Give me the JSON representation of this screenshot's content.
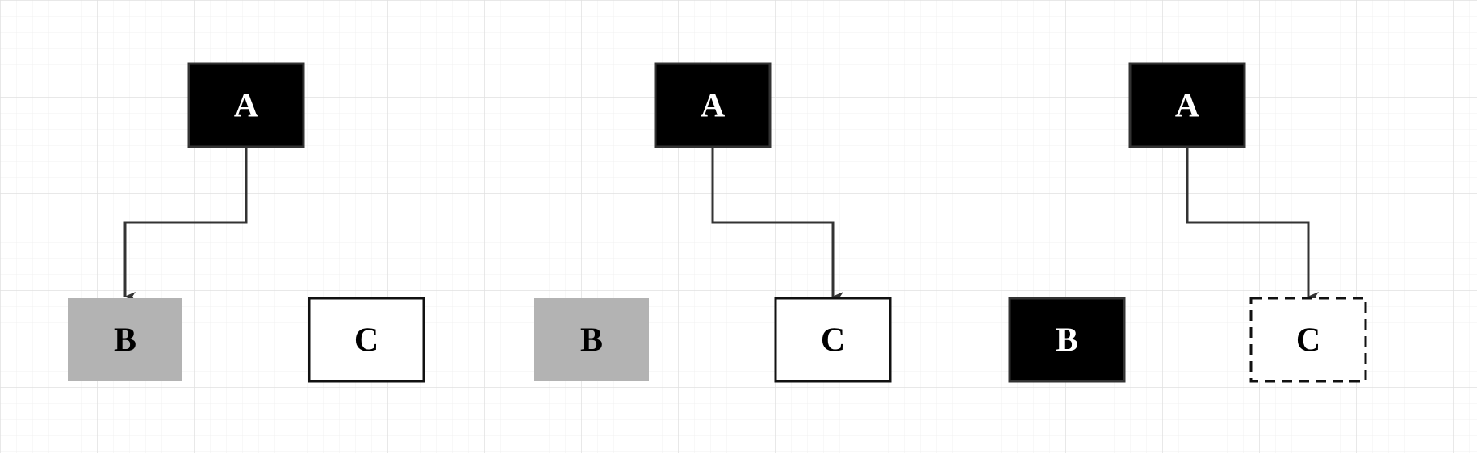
{
  "diagrams": [
    {
      "nodes": [
        {
          "id": "A",
          "label": "A",
          "style": "black"
        },
        {
          "id": "B",
          "label": "B",
          "style": "gray"
        },
        {
          "id": "C",
          "label": "C",
          "style": "white"
        }
      ],
      "edge": {
        "from": "A",
        "to": "B"
      }
    },
    {
      "nodes": [
        {
          "id": "A",
          "label": "A",
          "style": "black"
        },
        {
          "id": "B",
          "label": "B",
          "style": "gray"
        },
        {
          "id": "C",
          "label": "C",
          "style": "white"
        }
      ],
      "edge": {
        "from": "A",
        "to": "C"
      }
    },
    {
      "nodes": [
        {
          "id": "A",
          "label": "A",
          "style": "black"
        },
        {
          "id": "B",
          "label": "B",
          "style": "black"
        },
        {
          "id": "C",
          "label": "C",
          "style": "dashed"
        }
      ],
      "edge": {
        "from": "A",
        "to": "C"
      }
    }
  ],
  "colors": {
    "black_fill": "#000000",
    "gray_fill": "#b3b3b3",
    "white_fill": "#ffffff",
    "stroke": "#333333",
    "edge": "#333333",
    "grid_minor": "#f0f0f0",
    "grid_major": "#e0e0e0"
  }
}
